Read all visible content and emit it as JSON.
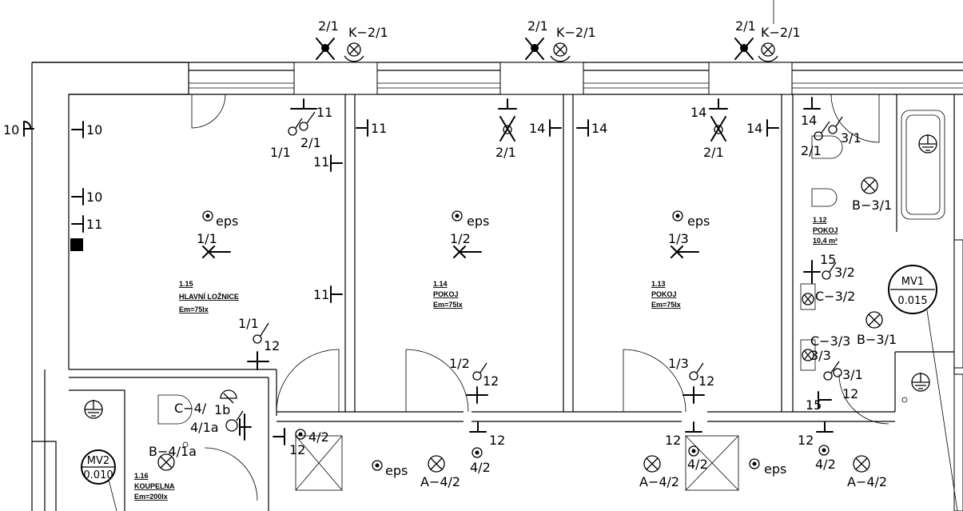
{
  "rooms": [
    {
      "number": "1.15",
      "name": "HLAVNÍ LOŽNICE",
      "lux": "Em=75lx"
    },
    {
      "number": "1.14",
      "name": "POKOJ",
      "lux": "Em=75lx"
    },
    {
      "number": "1.13",
      "name": "POKOJ",
      "lux": "Em=75lx"
    },
    {
      "number": "1.12",
      "name": "POKOJ",
      "area": "10,4 m²"
    },
    {
      "number": "1.16",
      "name": "KOUPELNA",
      "lux": "Em=200lx"
    }
  ],
  "markers": [
    {
      "top": "MV1",
      "bottom": "0.015"
    },
    {
      "top": "MV2",
      "bottom": "0.010"
    }
  ],
  "labels": {
    "eps": "eps",
    "c21": "2/1",
    "k21": "K−2/1",
    "c10": "10",
    "c11": "11",
    "c12": "12",
    "c14": "14",
    "c15": "15",
    "c11a": "1/1",
    "c12a": "1/2",
    "c13a": "1/3",
    "c32": "3/2",
    "c33": "3/3",
    "c31": "3/1",
    "c42": "4/2",
    "c41a": "4/1a",
    "c41b": "1b",
    "b31": "B−3/1",
    "b41a": "B−4/1a",
    "a42": "A−4/2",
    "cm32": "C−3/2",
    "cm33": "C−3/3",
    "cm41": "C−4/"
  }
}
